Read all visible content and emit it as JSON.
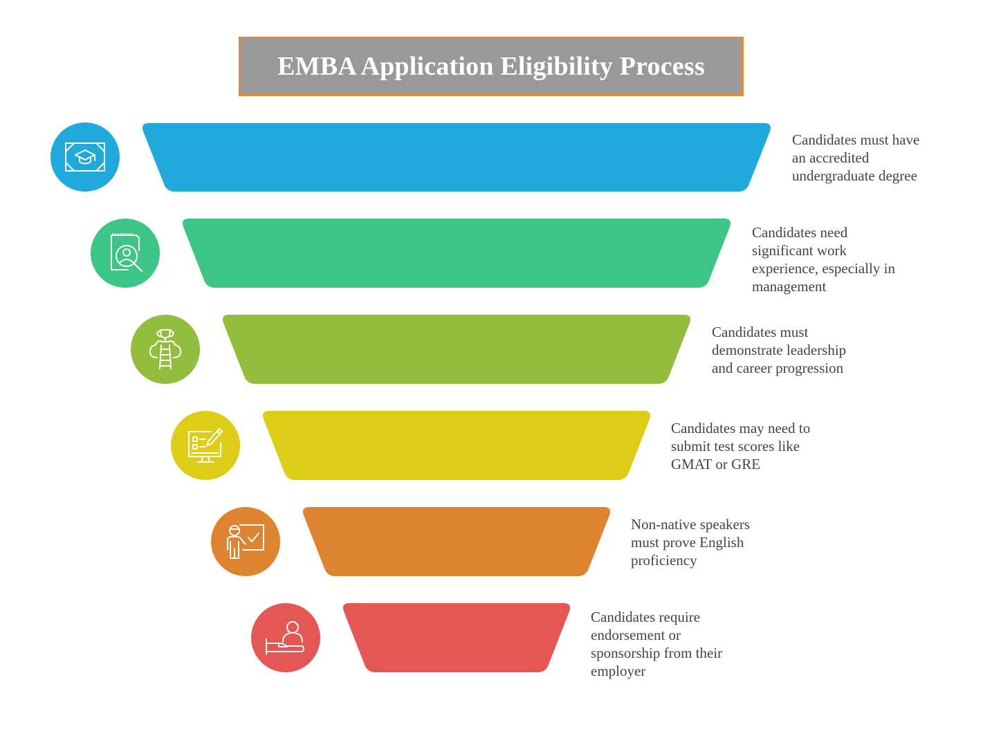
{
  "title": "EMBA Application Eligibility Process",
  "colors": {
    "title_bg": "#999999",
    "title_border": "#e8893a"
  },
  "steps": [
    {
      "text": "Candidates must have\nan accredited\nundergraduate degree",
      "color": "#1faadb",
      "icon": "diploma-graduation-cap-icon"
    },
    {
      "text": "Candidates need\nsignificant work\nexperience, especially in\nmanagement",
      "color": "#3cc584",
      "icon": "candidate-search-icon"
    },
    {
      "text": "Candidates must\ndemonstrate leadership\nand career progression",
      "color": "#93bd3c",
      "icon": "trophy-ladder-icon"
    },
    {
      "text": "Candidates may need to\nsubmit test scores like\nGMAT or GRE",
      "color": "#ddcd16",
      "icon": "online-test-icon"
    },
    {
      "text": "Non-native speakers\nmust prove English\nproficiency",
      "color": "#de8330",
      "icon": "presenter-checkmark-icon"
    },
    {
      "text": "Candidates require\nendorsement or\nsponsorship from their\nemployer",
      "color": "#e55754",
      "icon": "hand-support-person-icon"
    }
  ]
}
